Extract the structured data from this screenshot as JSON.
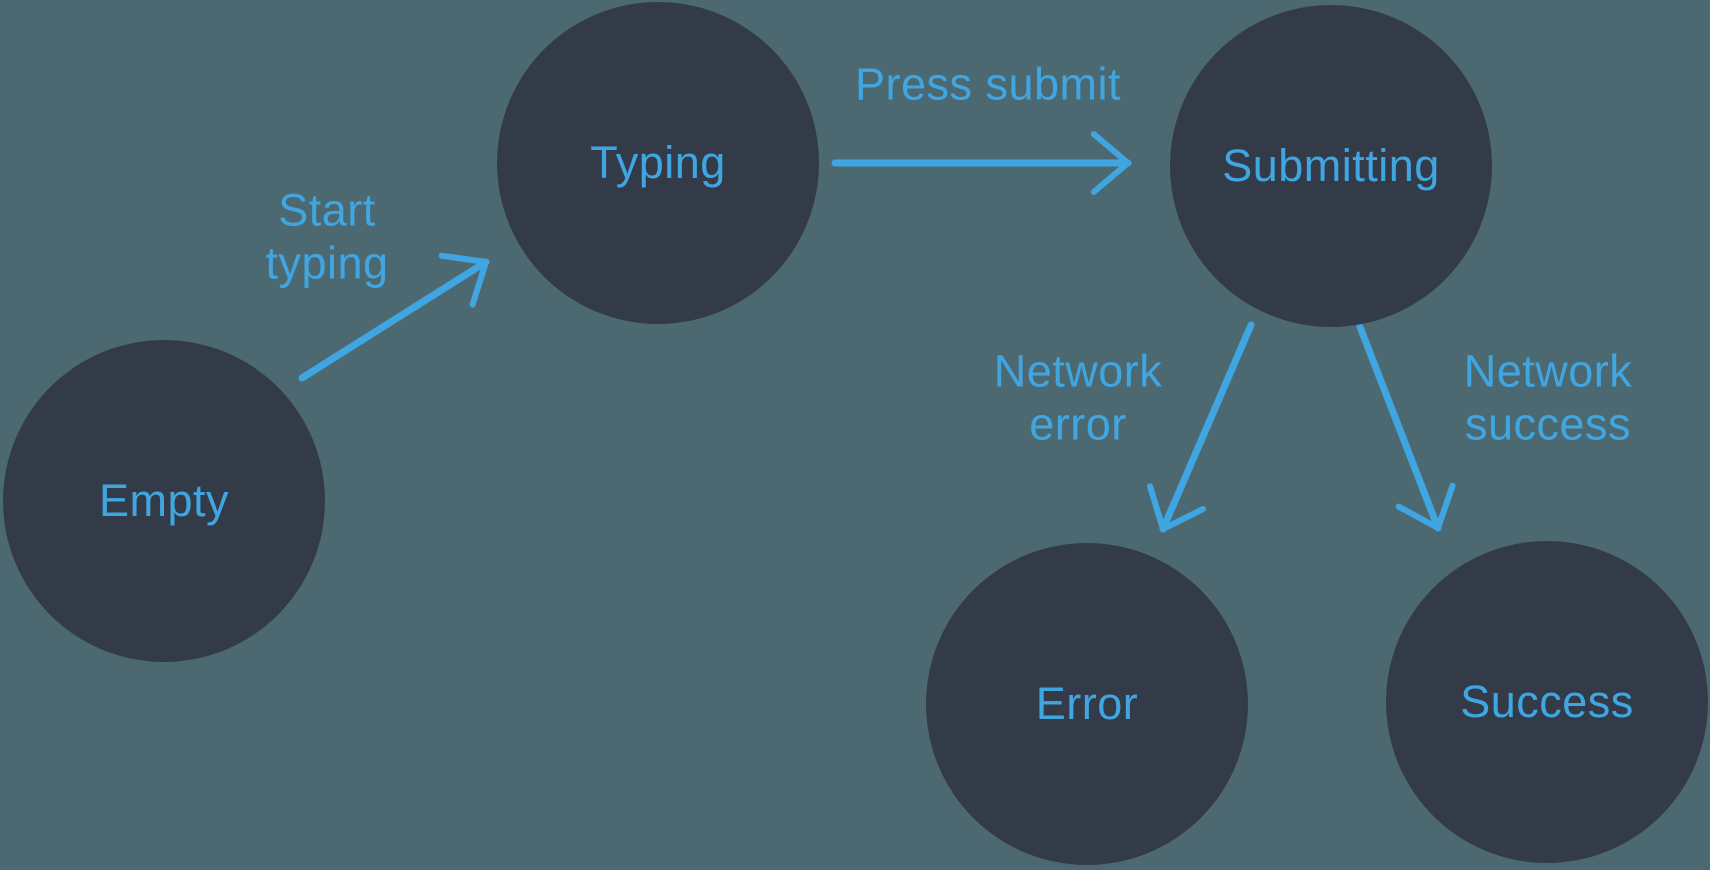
{
  "colors": {
    "background": "#4c6972",
    "node_fill": "#333b49",
    "accent_blue": "#40a6e2"
  },
  "diagram": {
    "type": "state-machine",
    "nodes": [
      {
        "id": "empty",
        "label": "Empty"
      },
      {
        "id": "typing",
        "label": "Typing"
      },
      {
        "id": "submitting",
        "label": "Submitting"
      },
      {
        "id": "error",
        "label": "Error"
      },
      {
        "id": "success",
        "label": "Success"
      }
    ],
    "edges": [
      {
        "from": "empty",
        "to": "typing",
        "label": "Start typing"
      },
      {
        "from": "typing",
        "to": "submitting",
        "label": "Press submit"
      },
      {
        "from": "submitting",
        "to": "error",
        "label": "Network error"
      },
      {
        "from": "submitting",
        "to": "success",
        "label": "Network success"
      }
    ]
  }
}
